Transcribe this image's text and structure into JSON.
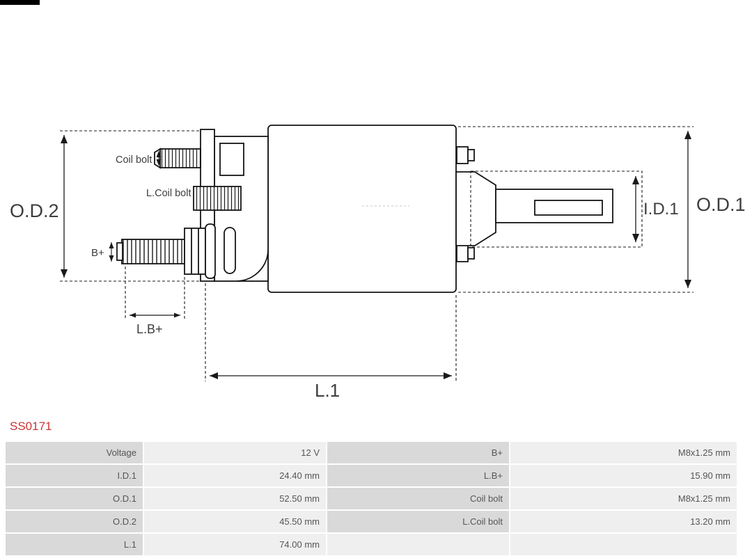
{
  "product": {
    "code": "SS0171"
  },
  "colors": {
    "product_code": "#cc3333",
    "table_label_bg": "#d9d9d9",
    "table_value_bg": "#efefef",
    "table_text": "#555555",
    "drawing_line": "#1a1a1a"
  },
  "diagram": {
    "od2": "O.D.2",
    "od1": "O.D.1",
    "id1": "I.D.1",
    "l1": "L.1",
    "lb": "L.B+",
    "coil_bolt": "Coil bolt",
    "l_coil_bolt": "L.Coil bolt",
    "bplus": "B+"
  },
  "table": {
    "rows": [
      [
        "Voltage",
        "12 V",
        "B+",
        "M8x1.25 mm"
      ],
      [
        "I.D.1",
        "24.40 mm",
        "L.B+",
        "15.90 mm"
      ],
      [
        "O.D.1",
        "52.50 mm",
        "Coil bolt",
        "M8x1.25 mm"
      ],
      [
        "O.D.2",
        "45.50 mm",
        "L.Coil bolt",
        "13.20 mm"
      ],
      [
        "L.1",
        "74.00 mm",
        "",
        ""
      ]
    ]
  }
}
